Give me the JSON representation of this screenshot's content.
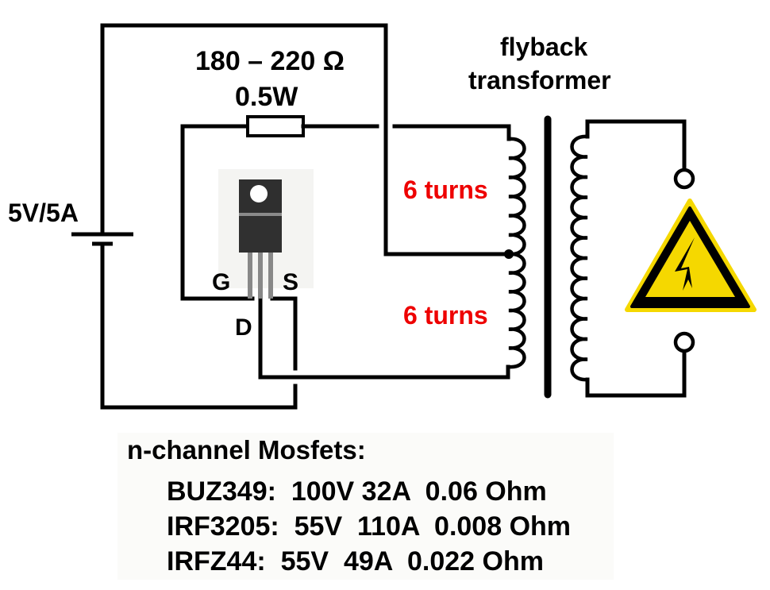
{
  "diagram": {
    "title": "flyback transformer",
    "labels": {
      "transformer_line1": "flyback",
      "transformer_line2": "transformer",
      "resistor_value": "180 – 220 Ω",
      "resistor_power": "0.5W",
      "supply": "5V/5A",
      "primary_upper_turns": "6 turns",
      "primary_lower_turns": "6 turns",
      "gate": "G",
      "source": "S",
      "drain": "D"
    },
    "components": {
      "power_supply": {
        "voltage": "5V",
        "current": "5A"
      },
      "resistor": {
        "resistance": "180 – 220 Ω",
        "power": "0.5W"
      },
      "mosfet": {
        "package": "TO-220",
        "pins": [
          "G",
          "D",
          "S"
        ]
      },
      "transformer": {
        "primary_turns": [
          6,
          6
        ],
        "center_tap": true,
        "secondary_loops": 12
      },
      "warning_icon": "high-voltage-warning-icon"
    },
    "colors": {
      "turns_label": "#ee0000",
      "warning_fill": "#f5d800",
      "wire": "#000000"
    }
  },
  "specs": {
    "title": "n-channel Mosfets:",
    "rows": [
      {
        "part": "BUZ349:",
        "text": "BUZ349:  100V 32A  0.06 Ohm",
        "voltage": "100V",
        "current": "32A",
        "resistance": "0.06 Ohm"
      },
      {
        "part": "IRF3205:",
        "text": "IRF3205:  55V  110A  0.008 Ohm",
        "voltage": "55V",
        "current": "110A",
        "resistance": "0.008 Ohm"
      },
      {
        "part": "IRFZ44:",
        "text": "IRFZ44:  55V  49A  0.022 Ohm",
        "voltage": "55V",
        "current": "49A",
        "resistance": "0.022 Ohm"
      }
    ]
  }
}
